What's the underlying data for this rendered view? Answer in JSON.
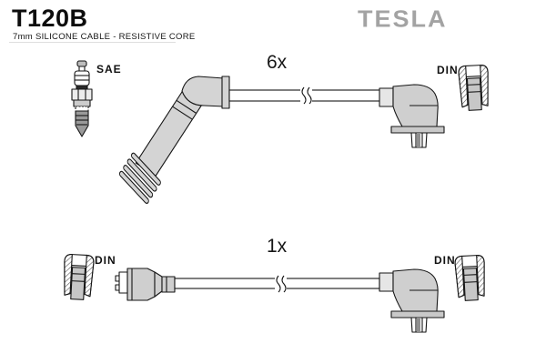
{
  "header": {
    "part_number": "T120B",
    "subtitle": "7mm SILICONE CABLE - RESISTIVE CORE",
    "brand_logo": "TESLA"
  },
  "colors": {
    "outline": "#161616",
    "connector_fill": "#d4d4d4",
    "flange_fill": "#c9c9c9",
    "collar_fill": "#e6e6e6",
    "brand_gray": "#a3a3a3"
  },
  "icons": [
    "spark-plug-icon",
    "angled-plug-boot-icon",
    "cable-break-icon",
    "distributor-boot-icon",
    "din-terminal-cross-section-icon",
    "straight-coil-boot-icon"
  ],
  "diagrams": [
    {
      "id": "spark-plug-lead",
      "quantity": "6x",
      "left_terminal": "SAE",
      "right_terminal": "DIN"
    },
    {
      "id": "coil-lead",
      "quantity": "1x",
      "left_terminal": "DIN",
      "right_terminal": "DIN"
    }
  ]
}
